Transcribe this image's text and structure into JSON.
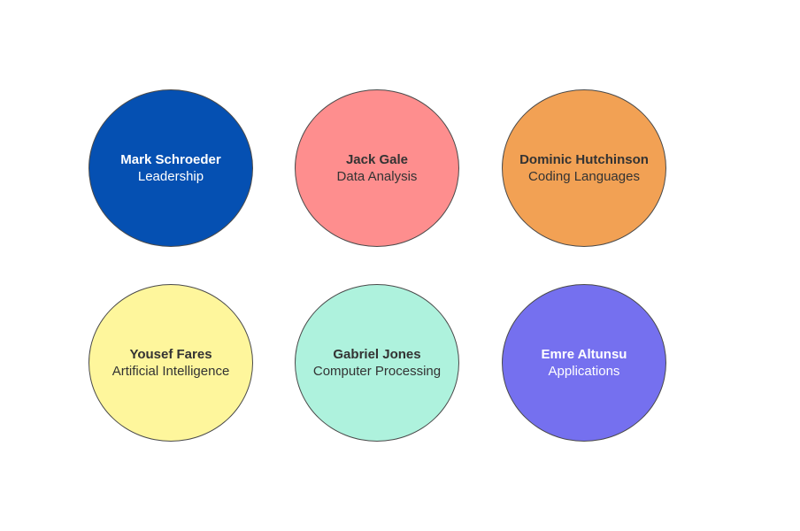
{
  "nodes": [
    {
      "name": "Mark Schroeder",
      "topic": "Leadership",
      "fill": "#0550b2",
      "text_color": "#ffffff"
    },
    {
      "name": "Jack Gale",
      "topic": "Data Analysis",
      "fill": "#fe8e8e",
      "text_color": "#333333"
    },
    {
      "name": "Dominic Hutchinson",
      "topic": "Coding Languages",
      "fill": "#f2a154",
      "text_color": "#333333"
    },
    {
      "name": "Yousef Fares",
      "topic": "Artificial Intelligence",
      "fill": "#fef69c",
      "text_color": "#333333"
    },
    {
      "name": "Gabriel Jones",
      "topic": "Computer Processing",
      "fill": "#aef2dd",
      "text_color": "#333333"
    },
    {
      "name": "Emre Altunsu",
      "topic": "Applications",
      "fill": "#7570ef",
      "text_color": "#ffffff"
    }
  ]
}
